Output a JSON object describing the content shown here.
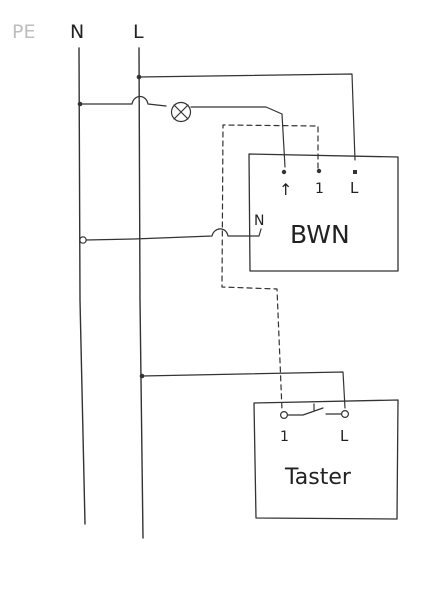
{
  "rails": {
    "pe": "PE",
    "n": "N",
    "l": "L"
  },
  "bwn": {
    "name": "BWN",
    "terminal_arrow": "↑",
    "terminal_1": "1",
    "terminal_l": "L",
    "terminal_n": "N"
  },
  "taster": {
    "name": "Taster",
    "terminal_1": "1",
    "terminal_l": "L"
  },
  "colors": {
    "ink": "#333333",
    "faint": "#bdbdbd"
  }
}
